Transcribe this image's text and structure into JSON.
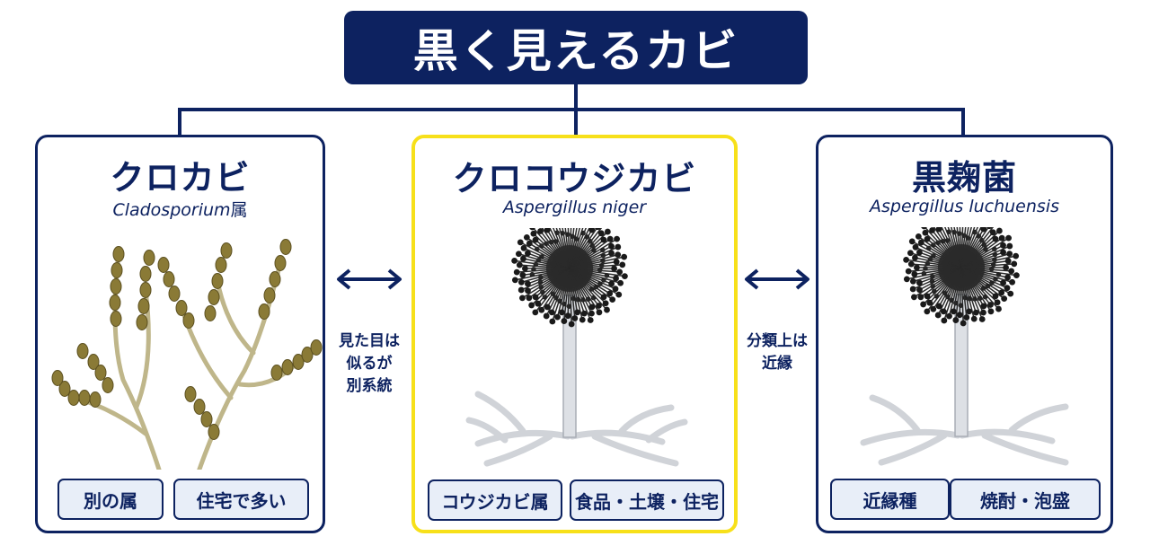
{
  "header": {
    "title": "黒く見えるカビ"
  },
  "cards": [
    {
      "name": "クロカビ",
      "scientific_prefix": "Cladosporium",
      "scientific_suffix": "属",
      "tags": [
        "別の属",
        "住宅で多い"
      ],
      "highlighted": false
    },
    {
      "name": "クロコウジカビ",
      "scientific_prefix": "Aspergillus niger",
      "scientific_suffix": "",
      "tags": [
        "コウジカビ属",
        "食品・土壌・住宅"
      ],
      "highlighted": true
    },
    {
      "name": "黒麹菌",
      "scientific_prefix": "Aspergillus luchuensis",
      "scientific_suffix": "",
      "tags": [
        "近縁種",
        "焼酎・泡盛"
      ],
      "highlighted": false
    }
  ],
  "relations": [
    {
      "lines": [
        "見た目は",
        "似るが",
        "別系統"
      ]
    },
    {
      "lines": [
        "分類上は",
        "近縁"
      ]
    }
  ],
  "colors": {
    "navy": "#0d2260",
    "highlight": "#f7e01a",
    "tag_bg": "#e8eef8",
    "chain": "#8a7a36",
    "spore": "#1a1a1a"
  }
}
